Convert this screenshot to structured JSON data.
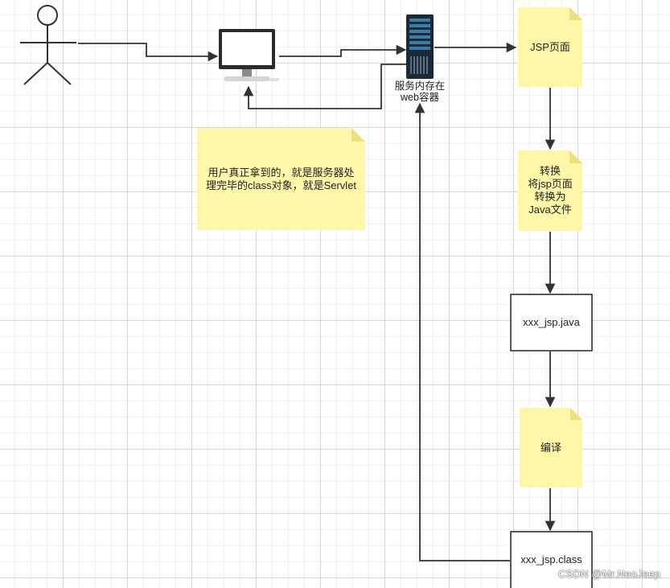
{
  "diagram": {
    "server_label": "服务内存在\nweb容器",
    "notes": {
      "user_note": "用户真正拿到的，就是服务器处\n理完毕的class对象，就是Servlet",
      "jsp_page": "JSP页面",
      "convert": "转换\n将jsp页面\n转换为\nJava文件",
      "compile": "编译"
    },
    "boxes": {
      "java_file": "xxx_jsp.java",
      "class_file": "xxx_jsp.class"
    },
    "colors": {
      "note_fill": "#fff7a8",
      "note_fold": "#ece07a",
      "line": "#333333"
    }
  },
  "watermark": "CSDN @Mr.NeoJeep"
}
